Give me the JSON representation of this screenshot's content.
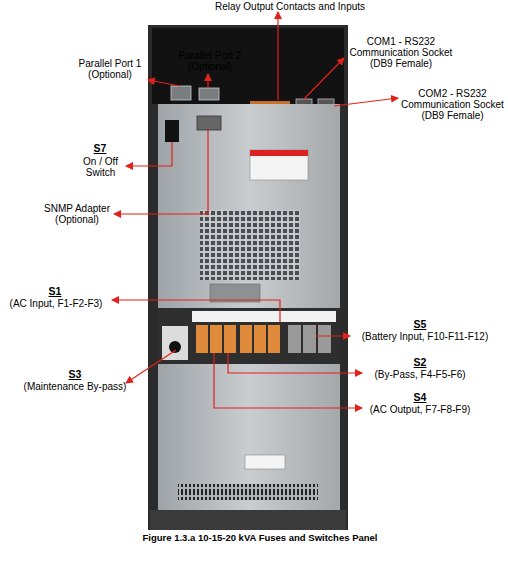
{
  "diagram": {
    "caption": "Figure 1.3.a 10-15-20 kVA Fuses and Switches Panel",
    "labels": [
      "Relay Output Contacts and Inputs",
      "Parallel Port 1 (Optional)",
      "Parallel Port 2 (Optional)",
      "COM1 - RS232 Communication Socket (DB9 Female)",
      "COM2 - RS232 Communication Socket (DB9 Female)",
      "S7",
      "On / Off Switch",
      "SNMP Adapter (Optional)",
      "S1",
      "(AC Input, F1-F2-F3)",
      "S5",
      "(Battery Input, F10-F11-F12)",
      "S3",
      "(Maintenance By-pass)",
      "S2",
      "(By-Pass, F4-F5-F6)",
      "S4",
      "(AC Output, F7-F8-F9)"
    ]
  }
}
